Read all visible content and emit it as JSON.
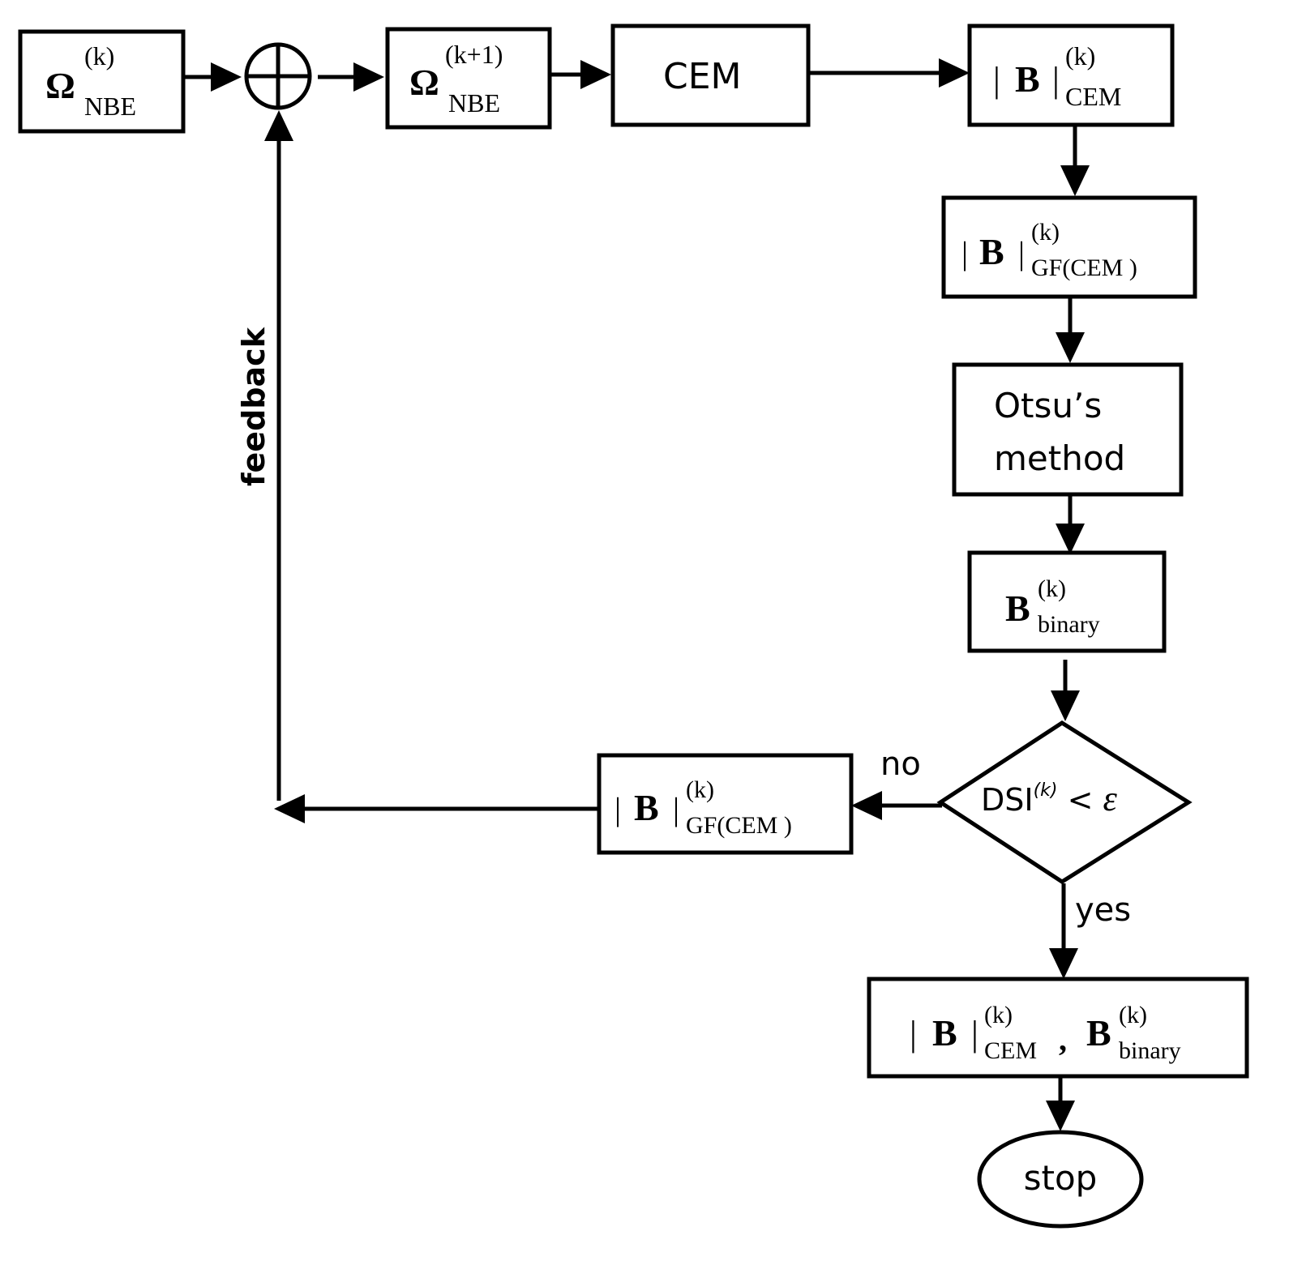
{
  "labels": {
    "cem": "CEM",
    "otsu_line1": "Otsu’s",
    "otsu_line2": "method",
    "feedback": "feedback",
    "no": "no",
    "yes": "yes",
    "stop": "stop",
    "dsi": "DSI",
    "lt": " < ",
    "epsilon": "ε"
  },
  "math": {
    "omega": "Ω",
    "bold_b": "B",
    "bar": "|",
    "comma": ",",
    "sup_k": "(k)",
    "sup_k1": "(k+1)",
    "sub_nbe": "NBE",
    "sub_cem": "CEM",
    "sub_gf_cem": "GF(CEM )",
    "sub_binary": "binary"
  }
}
